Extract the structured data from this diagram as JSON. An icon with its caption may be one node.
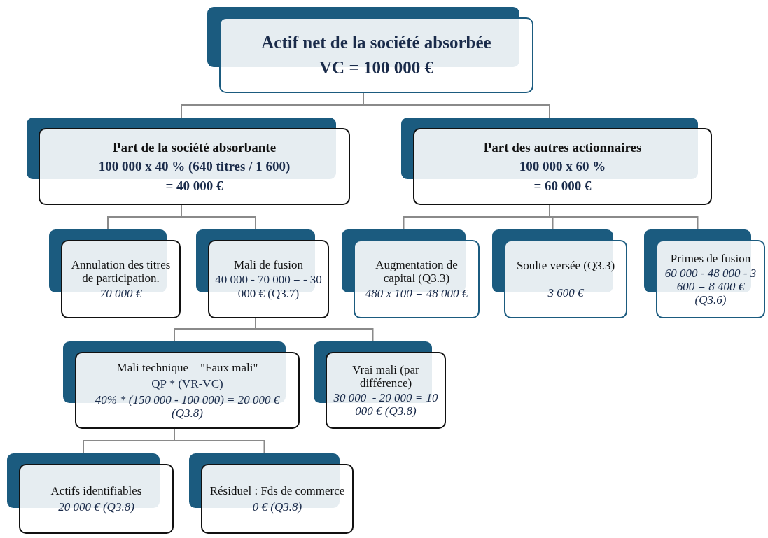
{
  "diagram": {
    "nodes": [
      {
        "text": [
          "Actif net de la société absorbée",
          "VC = 100 000 €"
        ]
      },
      {
        "text": [
          "Part de la société absorbante",
          "100 000 x 40 % (640 titres / 1 600)",
          "= 40 000 €"
        ]
      },
      {
        "text": [
          "Part des autres actionnaires",
          "100 000 x 60 %",
          "= 60 000 €"
        ]
      },
      {
        "text": [
          "Annulation des titres de participation.",
          "70 000 €"
        ]
      },
      {
        "text": [
          "Mali de fusion",
          "40 000 - 70 000 = - 30 000 € (Q3.7)"
        ]
      },
      {
        "text": [
          "Augmentation de capital (Q3.3)",
          "480 x 100 = 48 000 €"
        ]
      },
      {
        "text": [
          "Soulte versée (Q3.3)",
          "3 600 €"
        ]
      },
      {
        "text": [
          "Primes de fusion",
          "60 000 - 48 000 - 3 600 = 8 400 € (Q3.6)"
        ]
      },
      {
        "text": [
          "Mali technique    \"Faux mali\"",
          "QP * (VR-VC)",
          "40% * (150 000 - 100 000) = 20 000 € (Q3.8)"
        ]
      },
      {
        "text": [
          "Vrai mali (par différence)",
          "30 000  - 20 000 = 10 000 € (Q3.8)"
        ]
      },
      {
        "text": [
          "Actifs identifiables",
          "20 000 € (Q3.8)"
        ]
      },
      {
        "text": [
          "Résiduel : Fds de commerce",
          "0 € (Q3.8)"
        ]
      }
    ],
    "edges": [
      {
        "from": 0,
        "to": 1,
        "arrow": "none"
      },
      {
        "from": 0,
        "to": 2,
        "arrow": "none"
      },
      {
        "from": 1,
        "to": 3,
        "arrow": "none"
      },
      {
        "from": 1,
        "to": 4,
        "arrow": "none"
      },
      {
        "from": 2,
        "to": 5,
        "arrow": "none"
      },
      {
        "from": 2,
        "to": 6,
        "arrow": "none"
      },
      {
        "from": 2,
        "to": 7,
        "arrow": "none"
      },
      {
        "from": 4,
        "to": 8,
        "arrow": "none"
      },
      {
        "from": 4,
        "to": 9,
        "arrow": "none"
      },
      {
        "from": 8,
        "to": 10,
        "arrow": "none"
      },
      {
        "from": 8,
        "to": 11,
        "arrow": "none"
      }
    ]
  }
}
